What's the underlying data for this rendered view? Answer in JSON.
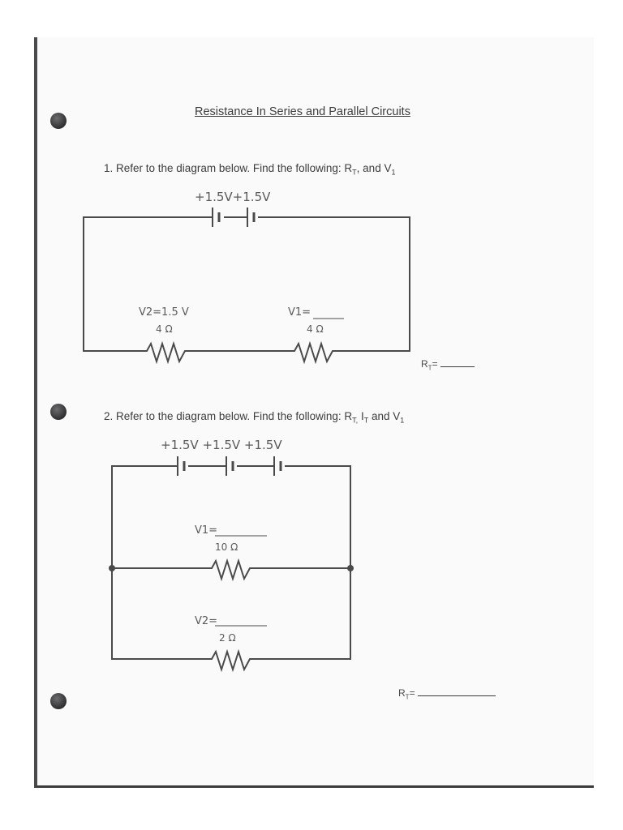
{
  "title": "Resistance In Series and Parallel Circuits",
  "q1": {
    "text_prefix": "1. Refer to the diagram below. Find the following: R",
    "sub_t": "T",
    "text_mid": ", and V",
    "sub_1": "1",
    "battery_label": "+1.5V+1.5V",
    "left_voltage": "V2=1.5 V",
    "left_resistance": "4 Ω",
    "right_voltage": "V1=",
    "right_resistance": "4 Ω",
    "rt_label": "R",
    "rt_sub": "T",
    "rt_eq": "="
  },
  "q2": {
    "text_prefix": "2. Refer to the diagram below. Find the following: R",
    "sub_t1": "T,",
    "text_mid1": " I",
    "sub_t2": "T",
    "text_mid2": " and V",
    "sub_1": "1",
    "battery_label": "+1.5V +1.5V +1.5V",
    "top_voltage": "V1=",
    "top_resistance": "10 Ω",
    "bottom_voltage": "V2=",
    "bottom_resistance": "2 Ω",
    "rt_label": "R",
    "rt_sub": "T",
    "rt_eq": "="
  }
}
